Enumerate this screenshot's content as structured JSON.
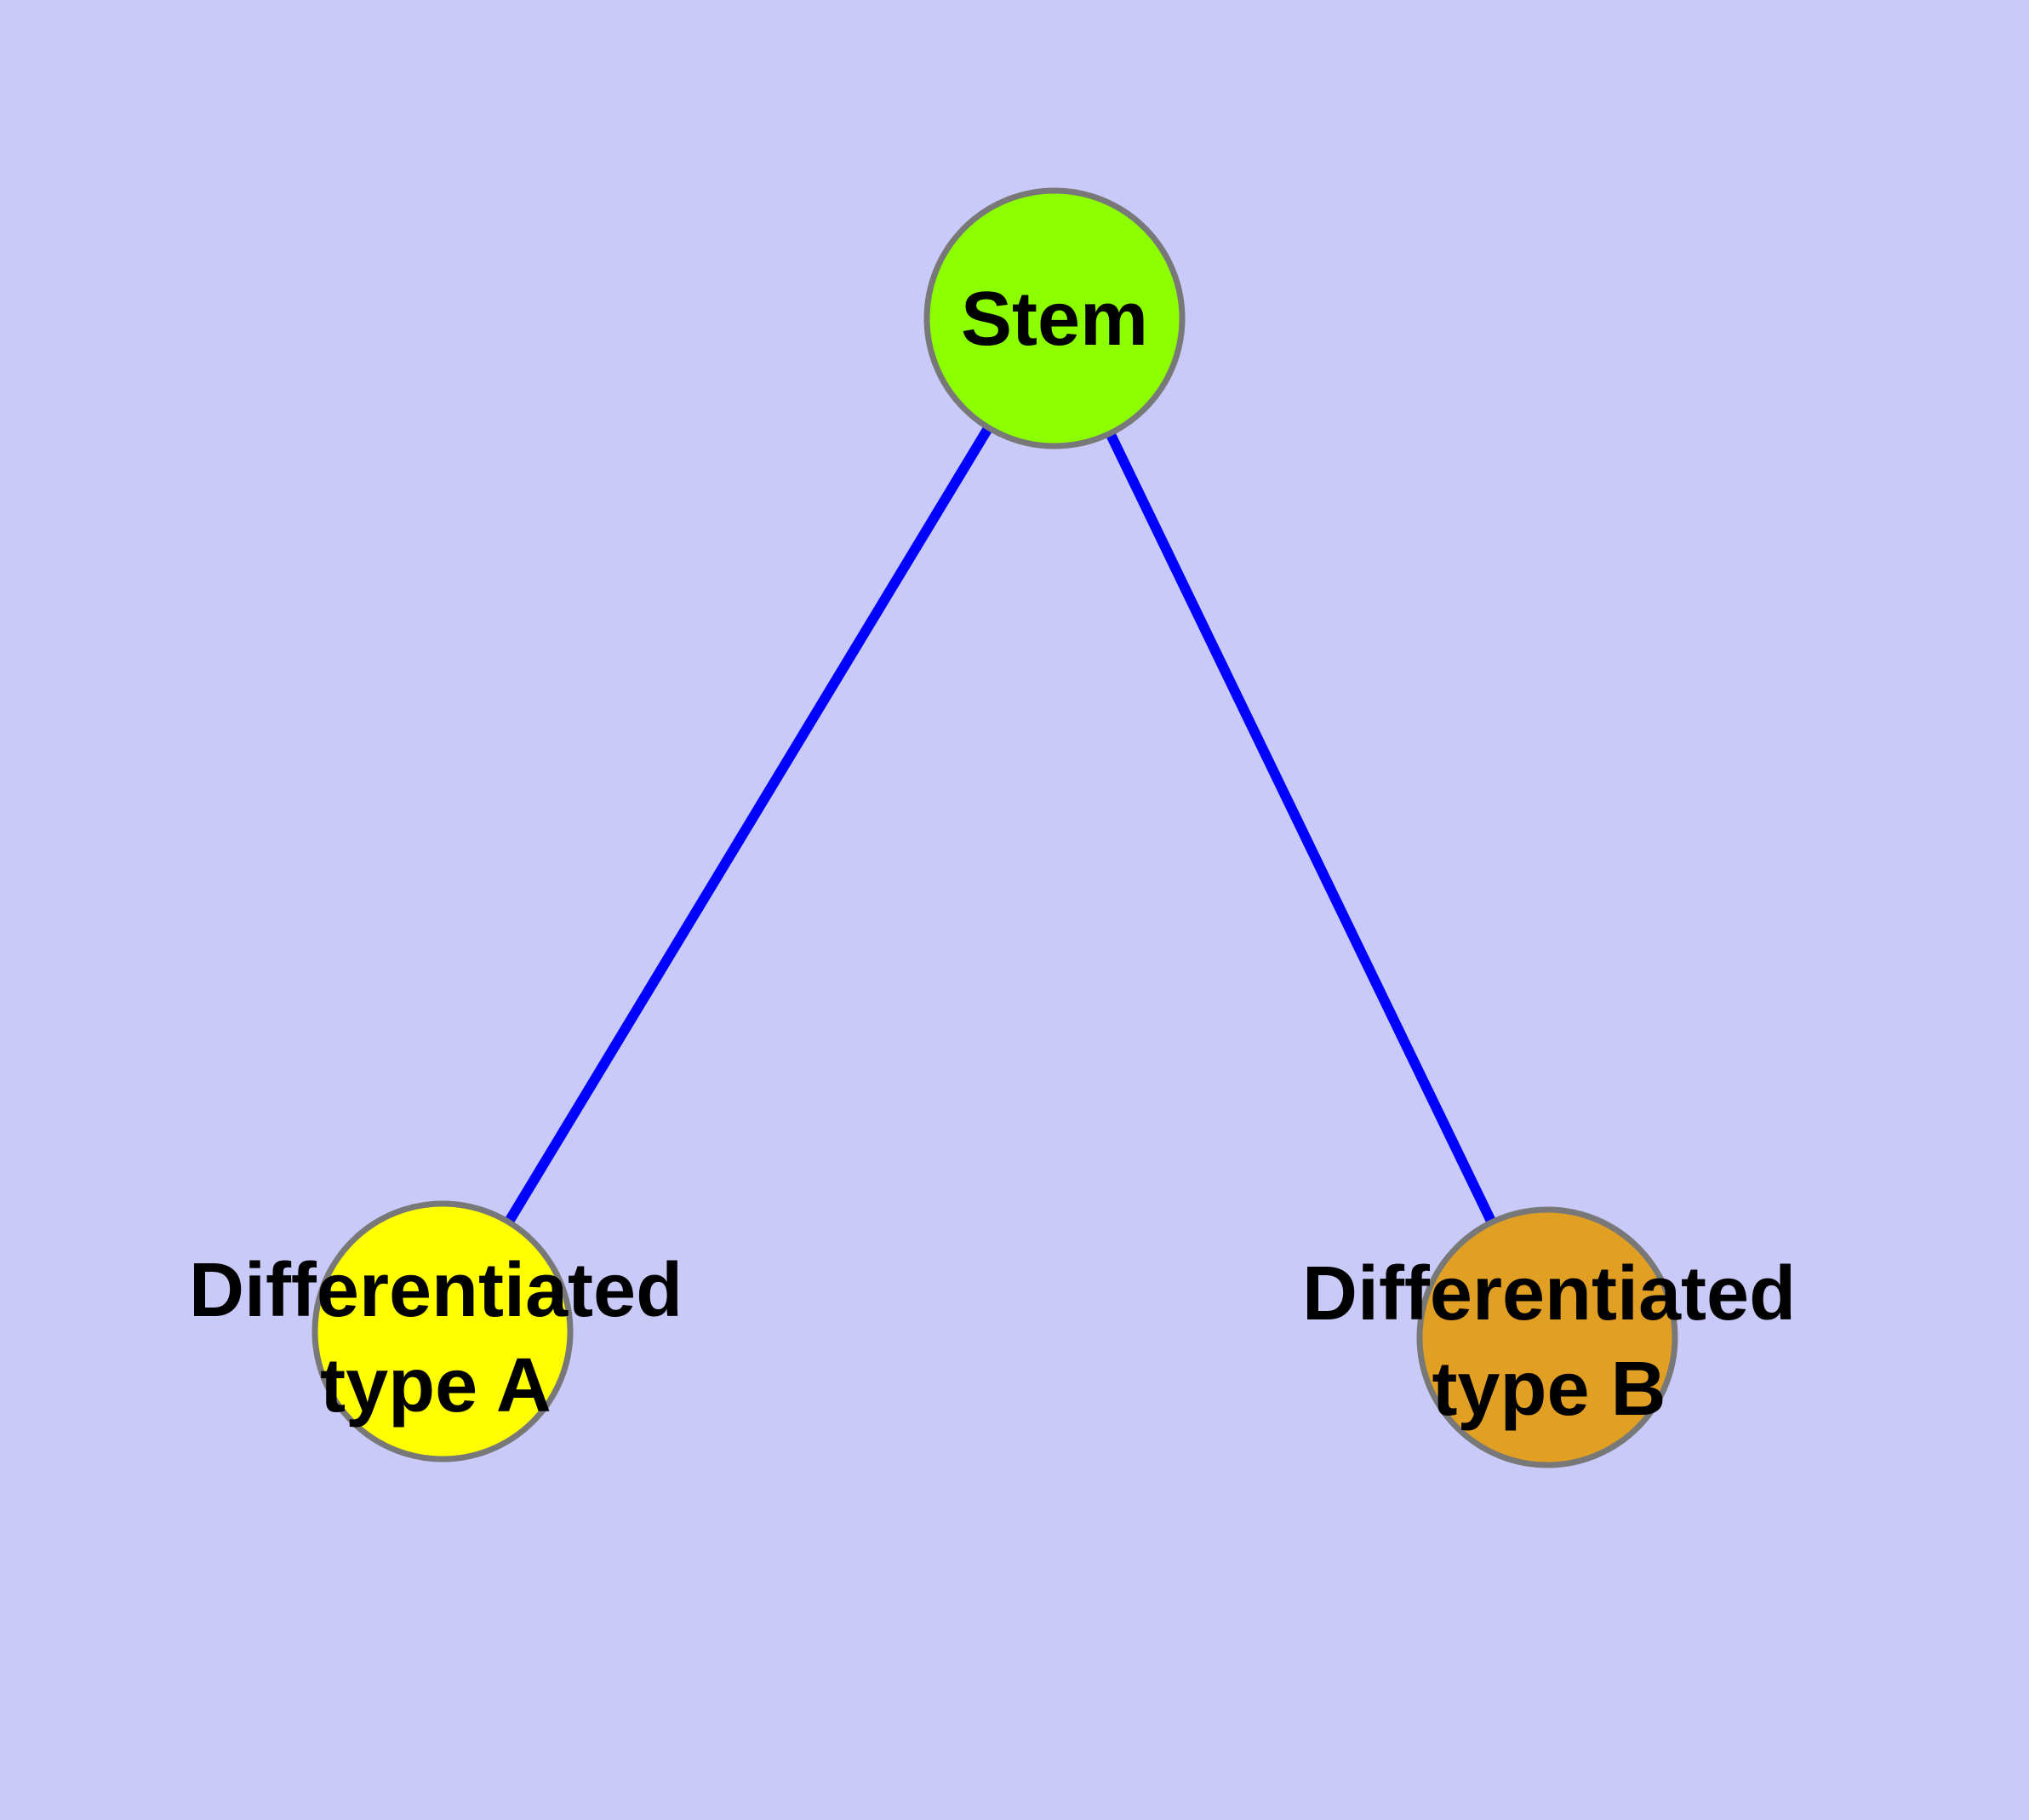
{
  "canvas": {
    "background_color": "#CACAF9"
  },
  "diagram": {
    "type": "node-link-graph",
    "text_color": "#000000",
    "nodes": [
      {
        "id": "stem",
        "label": "Stem",
        "fill_color": "#8CFF00",
        "border_color": "#787878"
      },
      {
        "id": "differentiated-type-a",
        "label": "Differentiated\ntype A",
        "fill_color": "#FFFF00",
        "border_color": "#787878"
      },
      {
        "id": "differentiated-type-b",
        "label": "Differentiated\ntype B",
        "fill_color": "#E1A024",
        "border_color": "#787878"
      }
    ],
    "edges": [
      {
        "from": "stem",
        "to": "differentiated-type-a",
        "color": "#0000FF"
      },
      {
        "from": "stem",
        "to": "differentiated-type-b",
        "color": "#0000FF"
      }
    ]
  }
}
